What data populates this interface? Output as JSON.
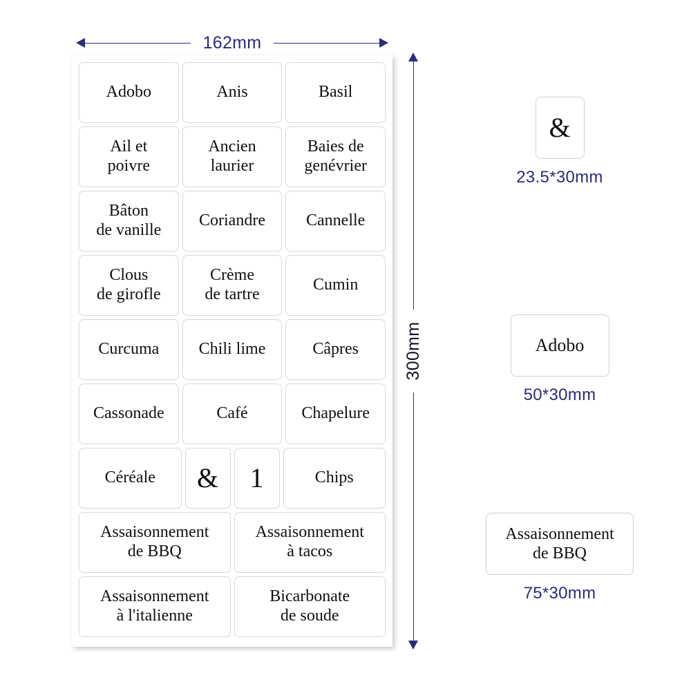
{
  "dimensions": {
    "sheet_width_label": "162mm",
    "sheet_height_label": "300mm",
    "accent_color": "#2b2b7a"
  },
  "sheet": {
    "rows": [
      {
        "type": "three",
        "labels": [
          "Adobo",
          "Anis",
          "Basil"
        ]
      },
      {
        "type": "three",
        "labels": [
          "Ail  et\npoivre",
          "Ancien\nlaurier",
          "Baies de\ngenévrier"
        ]
      },
      {
        "type": "three",
        "labels": [
          "Bâton\nde vanille",
          "Coriandre",
          "Cannelle"
        ]
      },
      {
        "type": "three",
        "labels": [
          "Clous\nde girofle",
          "Crème\nde tartre",
          "Cumin"
        ]
      },
      {
        "type": "three",
        "labels": [
          "Curcuma",
          "Chili lime",
          "Câpres"
        ]
      },
      {
        "type": "three",
        "labels": [
          "Cassonade",
          "Café",
          "Chapelure"
        ]
      },
      {
        "type": "mixed",
        "labels": [
          "Céréale",
          "&",
          "1",
          "Chips"
        ]
      },
      {
        "type": "two",
        "labels": [
          "Assaisonnement\nde BBQ",
          "Assaisonnement\nà tacos"
        ]
      },
      {
        "type": "two",
        "labels": [
          "Assaisonnement\nà l'italienne",
          "Bicarbonate\nde soude"
        ]
      }
    ]
  },
  "samples": [
    {
      "text": "&",
      "size_caption": "23.5*30mm"
    },
    {
      "text": "Adobo",
      "size_caption": "50*30mm"
    },
    {
      "text": "Assaisonnement\nde BBQ",
      "size_caption": "75*30mm"
    }
  ]
}
